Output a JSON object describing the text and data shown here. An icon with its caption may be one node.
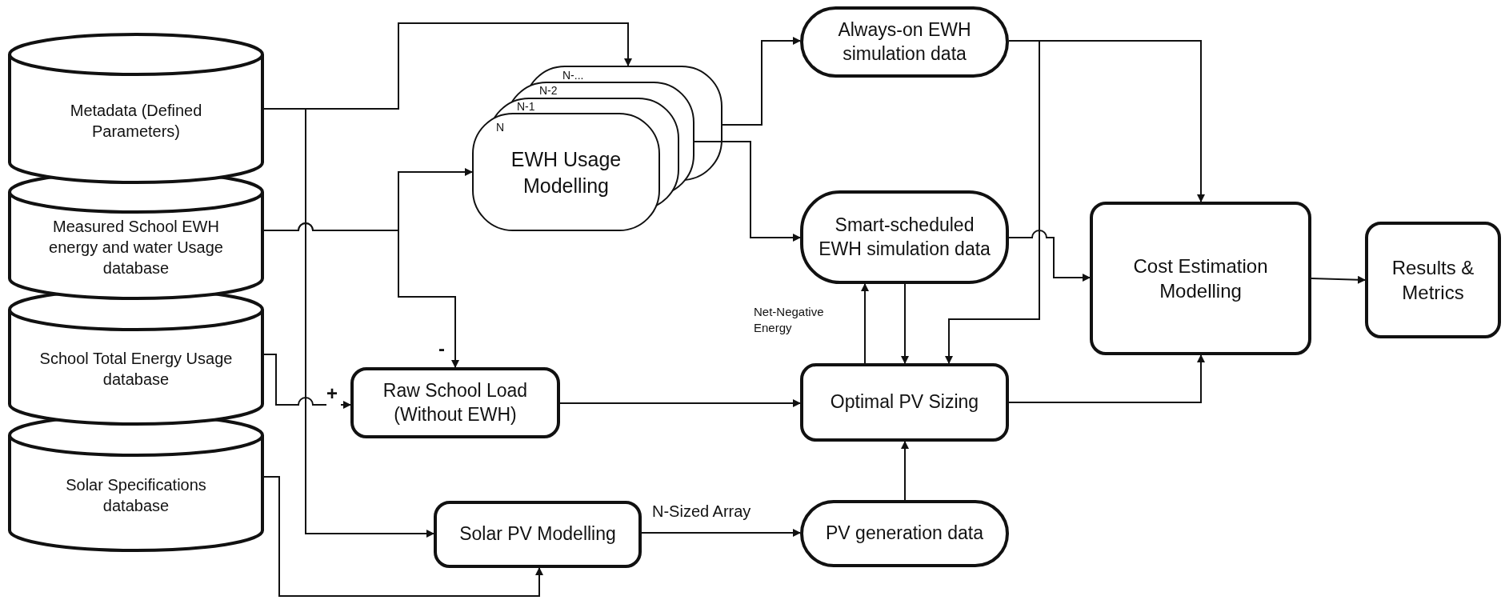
{
  "diagram": {
    "nodes": [
      {
        "text": [
          "Metadata (Defined Parameters)"
        ]
      },
      {
        "text": [
          "Measured School EWH energy and water Usage database"
        ]
      },
      {
        "text": [
          "School Total Energy Usage database"
        ]
      },
      {
        "text": [
          "Solar Specifications database"
        ]
      },
      {
        "text": [
          "N-...",
          "N-2",
          "N-1",
          "N",
          "EWH Usage Modelling"
        ]
      },
      {
        "text": [
          "Always-on EWH simulation data"
        ]
      },
      {
        "text": [
          "Smart-scheduled EWH simulation data"
        ]
      },
      {
        "text": [
          "Raw School Load (Without EWH)"
        ]
      },
      {
        "text": [
          "Optimal PV Sizing"
        ]
      },
      {
        "text": [
          "Solar PV Modelling"
        ]
      },
      {
        "text": [
          "PV generation data"
        ]
      },
      {
        "text": [
          "Cost Estimation Modelling"
        ]
      },
      {
        "text": [
          "Results & Metrics"
        ]
      }
    ],
    "edges": [
      {
        "from": 0,
        "to": 4,
        "arrow": "to"
      },
      {
        "from": 0,
        "to": 9,
        "arrow": "to"
      },
      {
        "from": 1,
        "to": 4,
        "arrow": "to"
      },
      {
        "from": 1,
        "to": 7,
        "arrow": "to",
        "label": "-"
      },
      {
        "from": 2,
        "to": 7,
        "arrow": "to",
        "label": "+"
      },
      {
        "from": 3,
        "to": 9,
        "arrow": "to"
      },
      {
        "from": 9,
        "to": 10,
        "arrow": "to",
        "label": "N-Sized Array"
      },
      {
        "from": 10,
        "to": 8,
        "arrow": "to"
      },
      {
        "from": 7,
        "to": 8,
        "arrow": "to"
      },
      {
        "from": 8,
        "to": 6,
        "arrow": "to",
        "label": "Net-Negative Energy"
      },
      {
        "from": 6,
        "to": 8,
        "arrow": "to"
      },
      {
        "from": 5,
        "to": 8,
        "arrow": "to"
      },
      {
        "from": 5,
        "to": 11,
        "arrow": "to"
      },
      {
        "from": 6,
        "to": 11,
        "arrow": "to"
      },
      {
        "from": 8,
        "to": 11,
        "arrow": "to"
      },
      {
        "from": 11,
        "to": 12,
        "arrow": "to"
      },
      {
        "from": 4,
        "to": 5,
        "arrow": "to"
      },
      {
        "from": 4,
        "to": 6,
        "arrow": "to"
      }
    ]
  }
}
